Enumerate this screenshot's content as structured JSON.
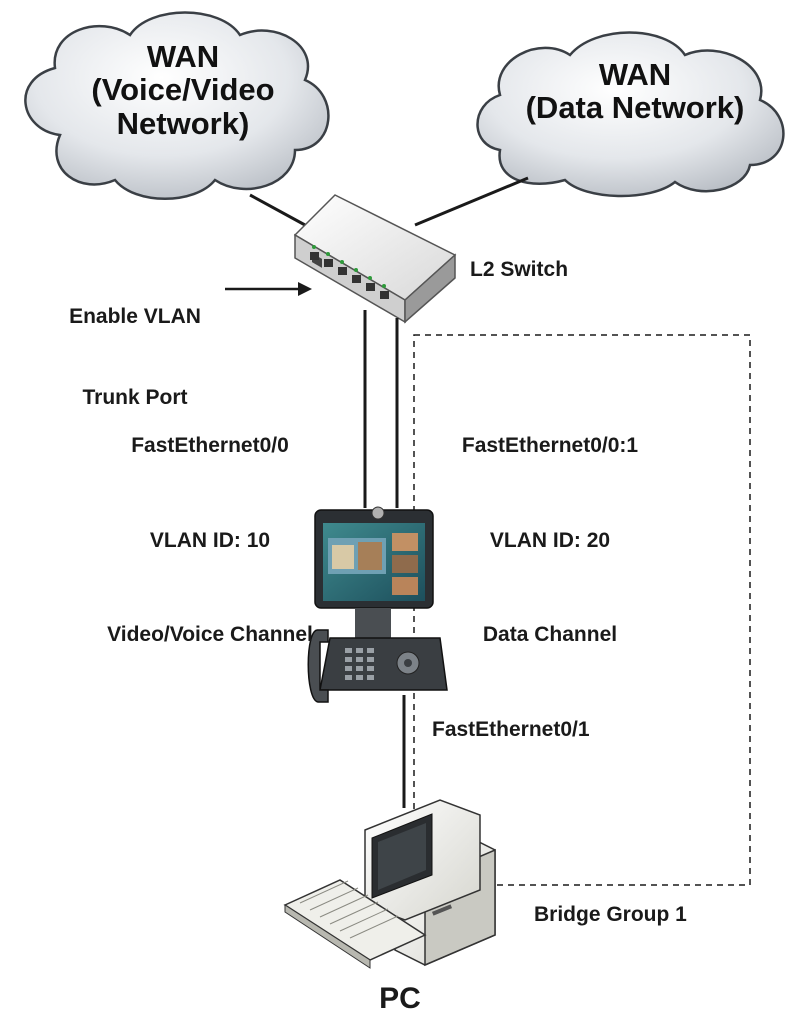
{
  "wan_voice": {
    "line1": "WAN",
    "line2": "(Voice/Video",
    "line3": "Network)"
  },
  "wan_data": {
    "line1": "WAN",
    "line2": "(Data Network)"
  },
  "switch_label": "L2 Switch",
  "trunk_note": {
    "line1": "Enable VLAN",
    "line2": "Trunk Port"
  },
  "voice_link": {
    "line1": "FastEthernet0/0",
    "line2": "VLAN ID: 10",
    "line3": "Video/Voice Channel"
  },
  "data_link": {
    "line1": "FastEthernet0/0:1",
    "line2": "VLAN ID: 20",
    "line3": "Data Channel"
  },
  "pc_link": "FastEthernet0/1",
  "bridge_group": "Bridge Group 1",
  "pc_label": "PC",
  "colors": {
    "cloud_fill": "#dfe3e8",
    "cloud_stroke": "#3a3f45",
    "line": "#1a1a1a"
  }
}
